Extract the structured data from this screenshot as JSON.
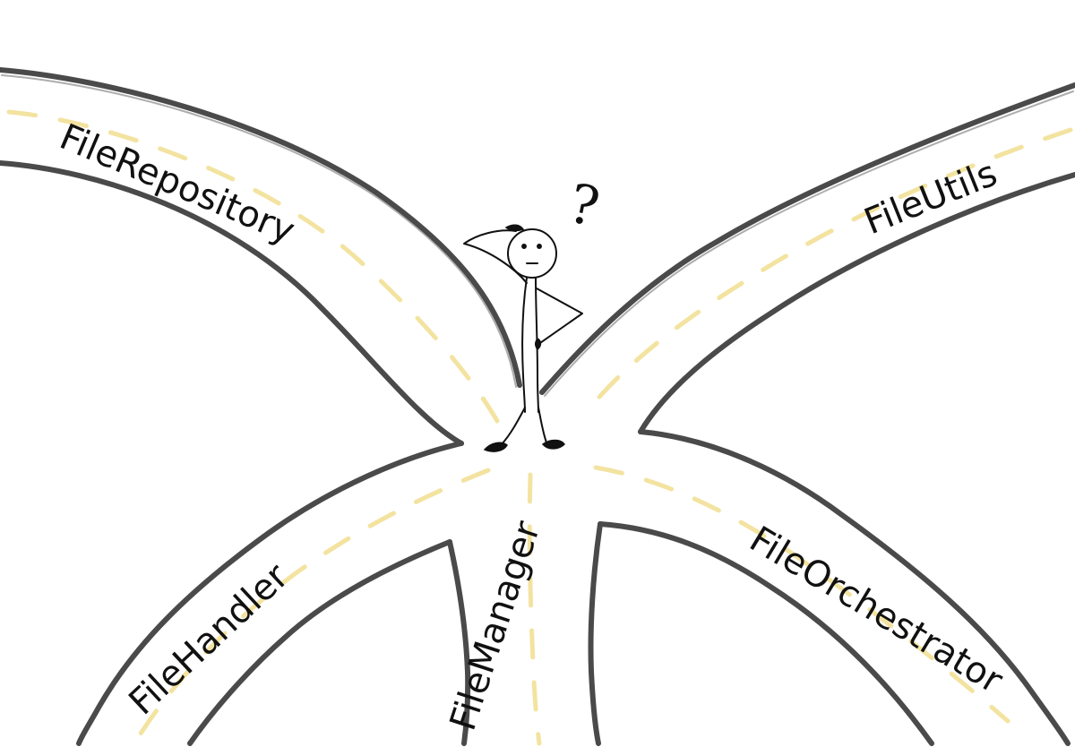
{
  "roads": {
    "file_repository": "FileRepository",
    "file_utils": "FileUtils",
    "file_handler": "FileHandler",
    "file_manager": "FileManager",
    "file_orchestrator": "FileOrchestrator"
  },
  "figure": {
    "thought": "?"
  },
  "colors": {
    "road_edge": "#4a4a4a",
    "lane_marking": "#f3e3a0",
    "ink": "#111111",
    "background": "#ffffff"
  }
}
